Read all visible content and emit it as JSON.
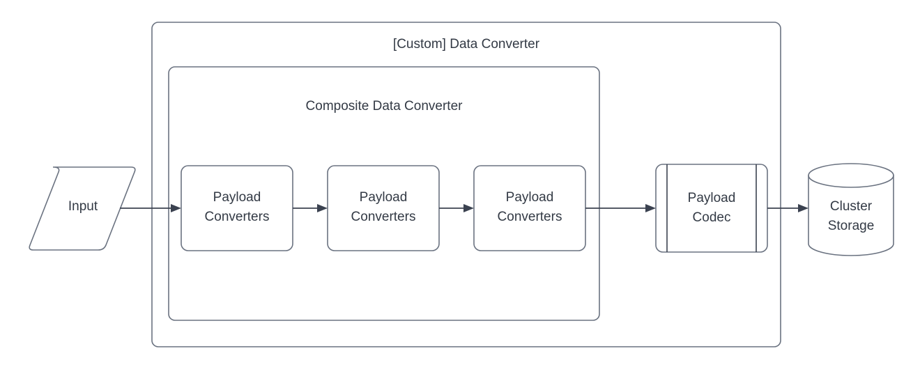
{
  "diagram": {
    "title": "[Custom] Data Converter",
    "background_color": "#ffffff",
    "stroke_color": "#6a7280",
    "accent_stroke_color": "#3b4250",
    "text_color": "#333a45",
    "containers": [
      {
        "id": "custom-data-converter",
        "label": "[Custom] Data Converter",
        "shape": "rounded-rectangle"
      },
      {
        "id": "composite-data-converter",
        "label": "Composite Data Converter",
        "shape": "rounded-rectangle"
      }
    ],
    "nodes": [
      {
        "id": "input",
        "label": "Input",
        "shape": "parallelogram"
      },
      {
        "id": "payload-converters-1",
        "label_line1": "Payload",
        "label_line2": "Converters",
        "shape": "rounded-rectangle"
      },
      {
        "id": "payload-converters-2",
        "label_line1": "Payload",
        "label_line2": "Converters",
        "shape": "rounded-rectangle"
      },
      {
        "id": "payload-converters-3",
        "label_line1": "Payload",
        "label_line2": "Converters",
        "shape": "rounded-rectangle"
      },
      {
        "id": "payload-codec",
        "label_line1": "Payload",
        "label_line2": "Codec",
        "shape": "process-box"
      },
      {
        "id": "cluster-storage",
        "label_line1": "Cluster",
        "label_line2": "Storage",
        "shape": "cylinder"
      }
    ],
    "edges": [
      {
        "id": "edge-input-to-pc1",
        "from": "input",
        "to": "payload-converters-1",
        "arrow": "solid-filled"
      },
      {
        "id": "edge-pc1-to-pc2",
        "from": "payload-converters-1",
        "to": "payload-converters-2",
        "arrow": "solid-filled"
      },
      {
        "id": "edge-pc2-to-pc3",
        "from": "payload-converters-2",
        "to": "payload-converters-3",
        "arrow": "solid-filled"
      },
      {
        "id": "edge-pc3-to-codec",
        "from": "payload-converters-3",
        "to": "payload-codec",
        "arrow": "solid-filled"
      },
      {
        "id": "edge-codec-to-storage",
        "from": "payload-codec",
        "to": "cluster-storage",
        "arrow": "solid-filled"
      }
    ]
  }
}
